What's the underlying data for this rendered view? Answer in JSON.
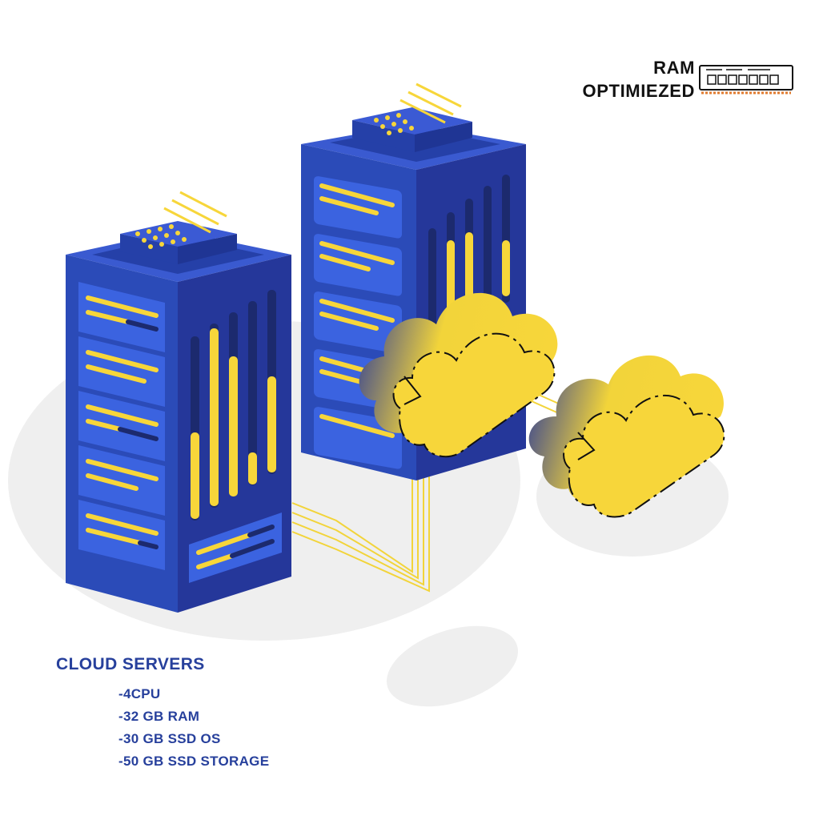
{
  "badge": {
    "line1": "RAM",
    "line2": "OPTIMIEZED",
    "icon": "ram-stick-icon"
  },
  "info": {
    "heading": "CLOUD SERVERS",
    "specs": [
      "-4CPU",
      "-32 GB RAM",
      "-30 GB SSD OS",
      "-50 GB SSD STORAGE"
    ]
  },
  "colors": {
    "server_blue": "#2b4bb8",
    "server_dark": "#25379a",
    "accent_yellow": "#f7d63a",
    "text_blue": "#27409c",
    "shadow_gray": "#efefef"
  }
}
